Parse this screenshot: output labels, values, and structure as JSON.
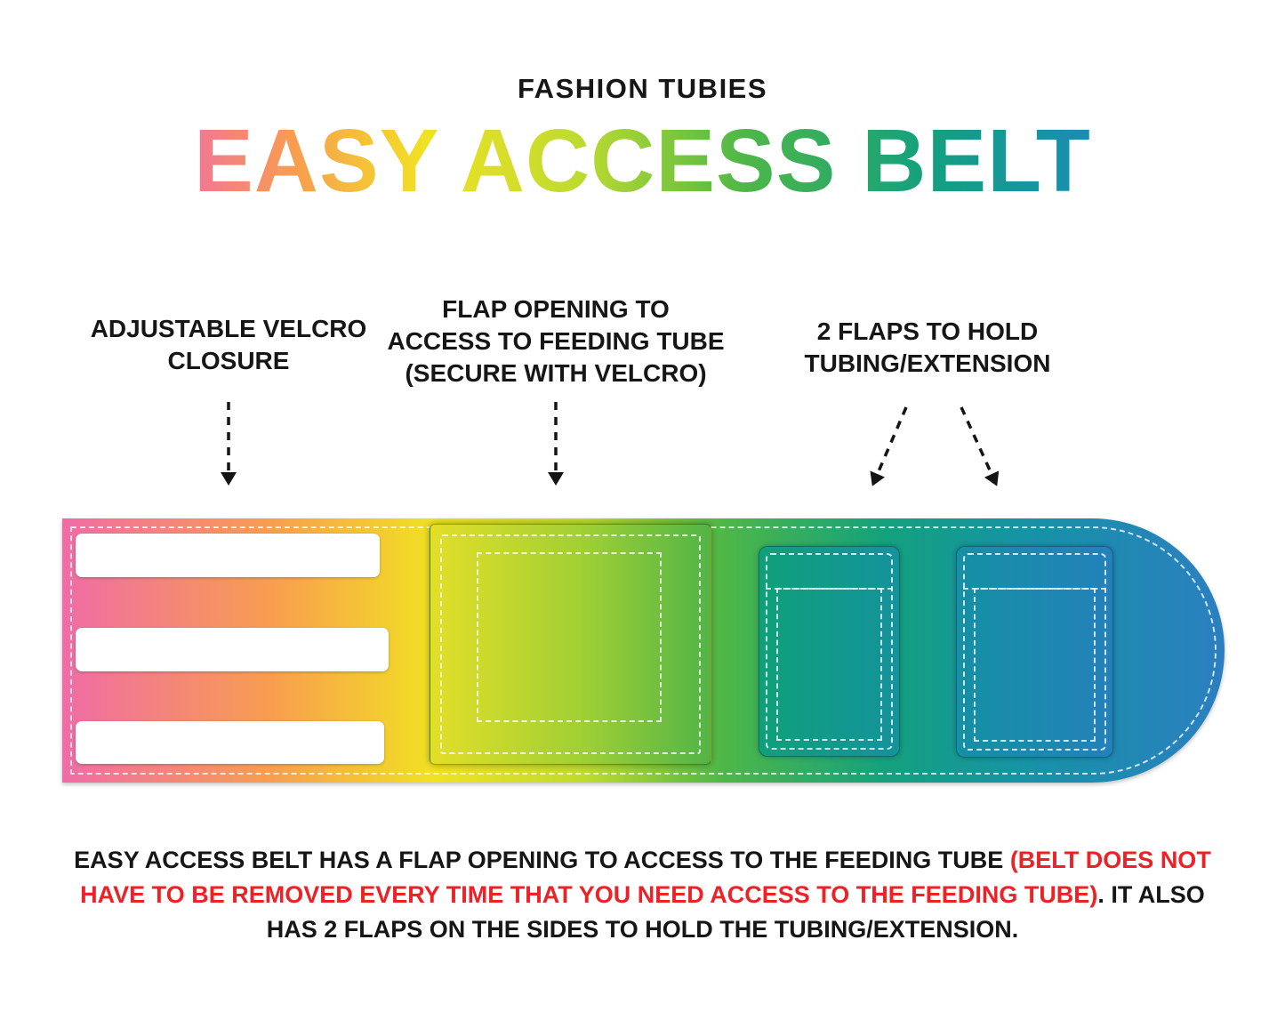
{
  "header": {
    "brand": "FASHION TUBIES",
    "title": "EASY ACCESS BELT"
  },
  "labels": {
    "velcro": "ADJUSTABLE VELCRO\nCLOSURE",
    "flap_opening": "FLAP OPENING TO\nACCESS TO FEEDING TUBE\n(SECURE WITH VELCRO)",
    "side_flaps": "2 FLAPS TO HOLD\nTUBING/EXTENSION"
  },
  "description": {
    "part1": "EASY ACCESS BELT HAS A FLAP OPENING TO ACCESS TO THE FEEDING TUBE ",
    "highlight": "(BELT DOES NOT\nHAVE TO BE REMOVED EVERY TIME THAT YOU  NEED ACCESS TO THE FEEDING TUBE)",
    "part2": ".  IT ALSO\nHAS 2 FLAPS ON THE SIDES TO HOLD THE TUBING/EXTENSION."
  },
  "palette": {
    "text-black": "#161616",
    "highlight-red": "#ec2227",
    "belt-pink": "#f06ca6",
    "belt-orange": "#f89e4f",
    "belt-yellow": "#f2e123",
    "belt-yellowgreen": "#bedb2f",
    "belt-green": "#4db748",
    "belt-teal": "#14a07e",
    "belt-cyan": "#1792a7",
    "belt-blue": "#2b7fc0"
  }
}
